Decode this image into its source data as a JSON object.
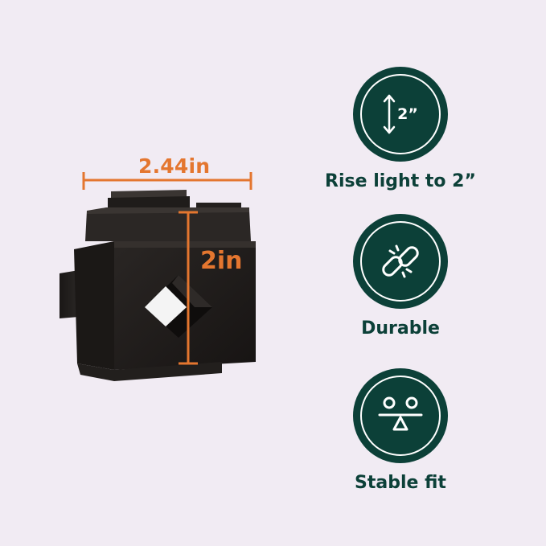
{
  "colors": {
    "background": "#f1ebf3",
    "badge": "#0c4038",
    "accent": "#e4762f",
    "product": "#1e1b19"
  },
  "dimensions": {
    "width_label": "2.44in",
    "height_label": "2in"
  },
  "features": [
    {
      "icon": "vertical-arrow-icon",
      "icon_text": "2”",
      "label": "Rise light to 2”"
    },
    {
      "icon": "broken-chain-link-icon",
      "label": "Durable"
    },
    {
      "icon": "balance-scale-icon",
      "label": "Stable fit"
    }
  ]
}
